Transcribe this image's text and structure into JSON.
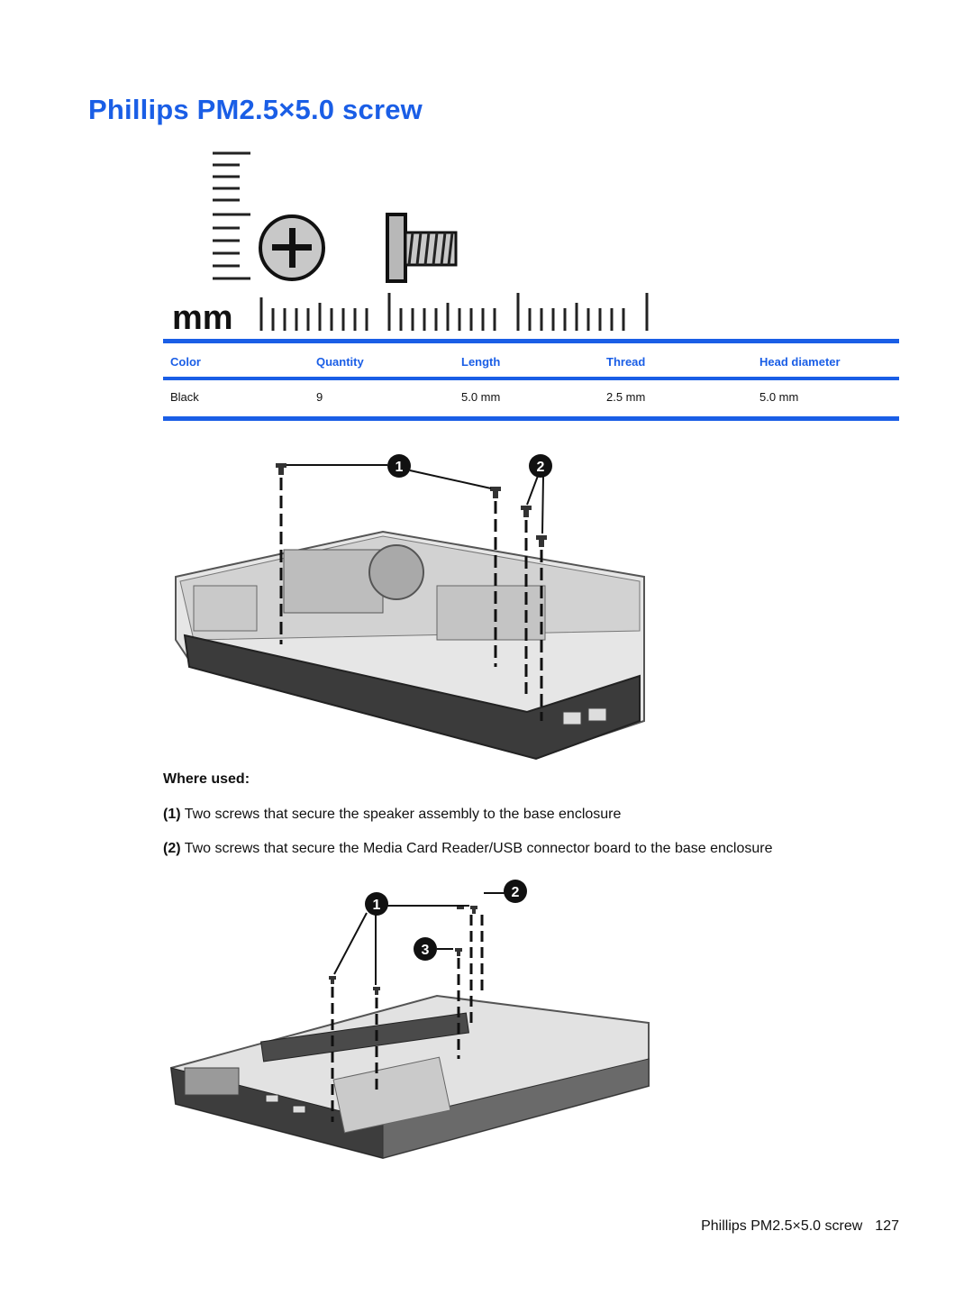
{
  "page": {
    "title": "Phillips PM2.5×5.0 screw"
  },
  "scale_figure": {
    "unit_label": "mm"
  },
  "spec_table": {
    "headers": [
      "Color",
      "Quantity",
      "Length",
      "Thread",
      "Head diameter"
    ],
    "row": [
      "Black",
      "9",
      "5.0 mm",
      "2.5 mm",
      "5.0 mm"
    ]
  },
  "figure_1": {
    "callouts": [
      "1",
      "2"
    ]
  },
  "where_used": {
    "heading": "Where used:",
    "items": [
      {
        "num": "(1)",
        "text": "Two screws that secure the speaker assembly to the base enclosure"
      },
      {
        "num": "(2)",
        "text": "Two screws that secure the Media Card Reader/USB connector board to the base enclosure"
      }
    ]
  },
  "figure_2": {
    "callouts": [
      "1",
      "2",
      "3"
    ]
  },
  "footer": {
    "section": "Phillips PM2.5×5.0 screw",
    "page_number": "127"
  },
  "colors": {
    "accent": "#1a5ee6",
    "text": "#111111"
  }
}
